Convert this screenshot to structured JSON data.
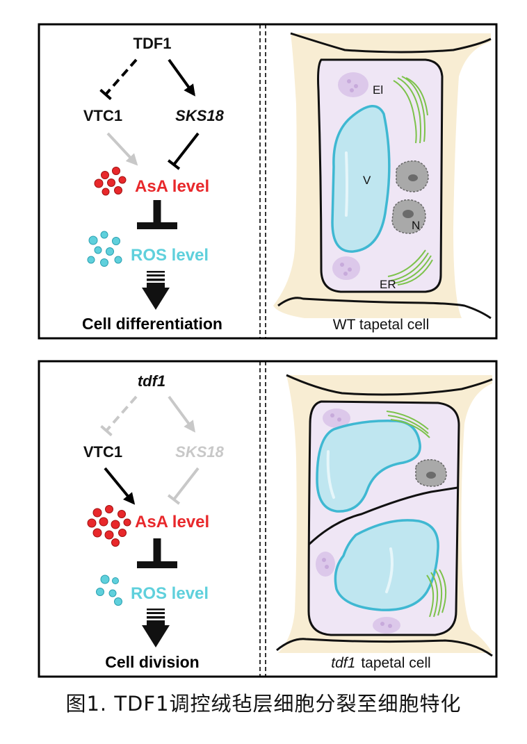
{
  "panels": [
    {
      "regulator": "TDF1",
      "left_target": "VTC1",
      "right_target": "SKS18",
      "asa": "AsA level",
      "ros": "ROS level",
      "outcome": "Cell differentiation",
      "cell_caption": "WT  tapetal cell",
      "organelles": {
        "elaioplast": "El",
        "vacuole": "V",
        "nucleus": "N",
        "er": "ER"
      }
    },
    {
      "regulator": "tdf1",
      "left_target": "VTC1",
      "right_target": "SKS18",
      "asa": "AsA level",
      "ros": "ROS level",
      "outcome": "Cell division",
      "cell_caption_italic": "tdf1",
      "cell_caption_rest": "tapetal cell"
    }
  ],
  "caption": "图1. TDF1调控绒毡层细胞分裂至细胞特化",
  "colors": {
    "asa": "#e8282b",
    "ros": "#5fd0dc",
    "inactive": "#c8c8c8",
    "wall": "#f8edd3",
    "cytoplasm": "#efe6f5",
    "vacuole": "#bfe6f0",
    "vacuole_edge": "#3fb8d2",
    "er": "#7cc24a",
    "nucleus": "#a9a9a9",
    "elaioplast": "#dcc8ea"
  }
}
